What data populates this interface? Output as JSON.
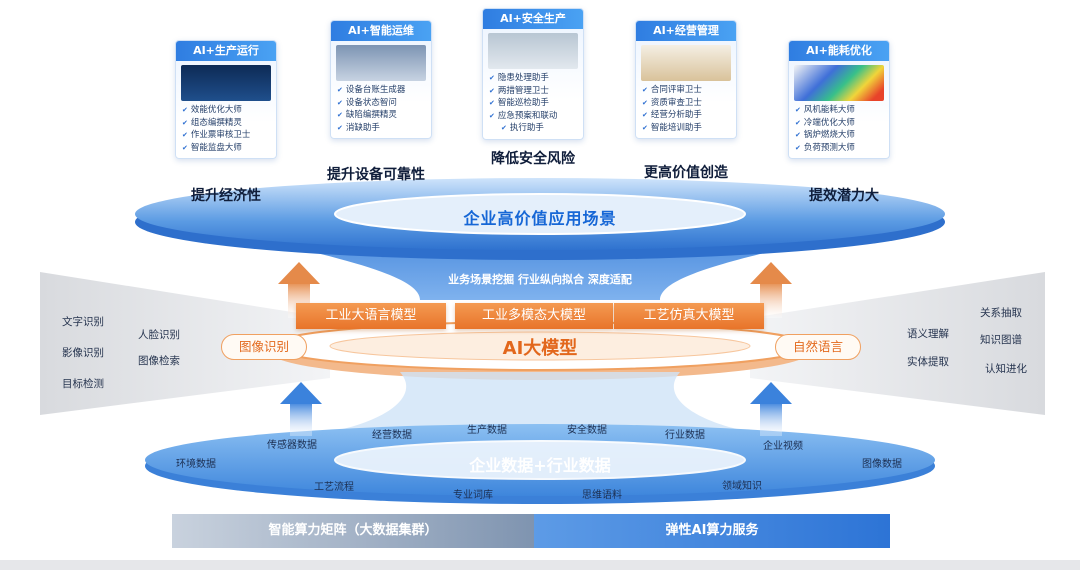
{
  "cards": [
    {
      "title": "AI+生产运行",
      "items": [
        "效能优化大师",
        "组态编撰精灵",
        "作业票审核卫士",
        "智能监盘大师"
      ],
      "value": "提升经济性"
    },
    {
      "title": "AI+智能运维",
      "items": [
        "设备台账生成器",
        "设备状态智问",
        "缺陷编撰精灵",
        "消缺助手"
      ],
      "value": "提升设备可靠性"
    },
    {
      "title": "AI+安全生产",
      "items": [
        "隐患处理助手",
        "两措管理卫士",
        "智能巡检助手",
        "应急预案和联动",
        "执行助手"
      ],
      "value": "降低安全风险"
    },
    {
      "title": "AI+经营管理",
      "items": [
        "合同评审卫士",
        "资质审查卫士",
        "经营分析助手",
        "智能培训助手"
      ],
      "value": "更高价值创造"
    },
    {
      "title": "AI+能耗优化",
      "items": [
        "风机能耗大师",
        "冷端优化大师",
        "锅炉燃烧大师",
        "负荷预测大师"
      ],
      "value": "提效潜力大"
    }
  ],
  "platform_title": "企业高价值应用场景",
  "mining_text": "业务场景挖掘 行业纵向拟合 深度适配",
  "models": [
    "工业大语言模型",
    "工业多模态大模型",
    "工艺仿真大模型"
  ],
  "ai_title": "AI大模型",
  "left_pill": "图像识别",
  "right_pill": "自然语言",
  "left_items": [
    "文字识别",
    "影像识别",
    "目标检测",
    "人脸识别",
    "图像检索"
  ],
  "right_items": [
    "语义理解",
    "实体提取",
    "关系抽取",
    "知识图谱",
    "认知进化"
  ],
  "data_title": "企业数据+行业数据",
  "data_labels": [
    "生产数据",
    "安全数据",
    "经营数据",
    "行业数据",
    "传感器数据",
    "企业视频",
    "环境数据",
    "图像数据",
    "工艺流程",
    "领域知识",
    "专业词库",
    "思维语料"
  ],
  "base_left": "智能算力矩阵（大数据集群）",
  "base_right": "弹性AI算力服务",
  "colors": {
    "blue": "#2f7de1",
    "orange": "#e8742a",
    "navy": "#0f1d3a"
  }
}
